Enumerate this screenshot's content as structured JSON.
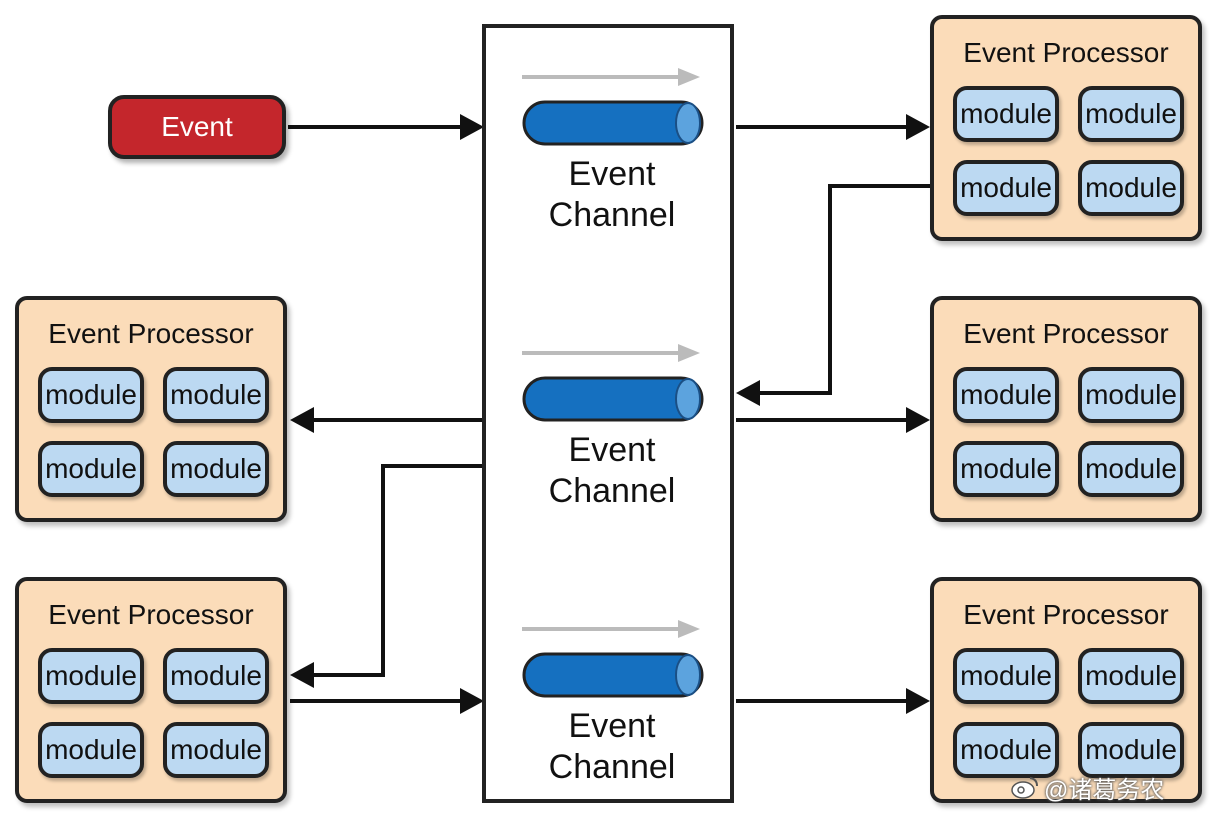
{
  "event": {
    "label": "Event"
  },
  "channels": [
    {
      "line1": "Event",
      "line2": "Channel"
    },
    {
      "line1": "Event",
      "line2": "Channel"
    },
    {
      "line1": "Event",
      "line2": "Channel"
    }
  ],
  "processors": [
    {
      "title": "Event Processor",
      "modules": [
        "module",
        "module",
        "module",
        "module"
      ]
    },
    {
      "title": "Event Processor",
      "modules": [
        "module",
        "module",
        "module",
        "module"
      ]
    },
    {
      "title": "Event Processor",
      "modules": [
        "module",
        "module",
        "module",
        "module"
      ]
    },
    {
      "title": "Event Processor",
      "modules": [
        "module",
        "module",
        "module",
        "module"
      ]
    },
    {
      "title": "Event Processor",
      "modules": [
        "module",
        "module",
        "module",
        "module"
      ]
    }
  ],
  "watermark": {
    "text": "@诸葛务农"
  },
  "colors": {
    "event": "#c4262c",
    "pipe": "#1570c0",
    "processor": "#fbdcb9",
    "module": "#bcd9f2",
    "flow_arrow": "#bbbbbb"
  }
}
